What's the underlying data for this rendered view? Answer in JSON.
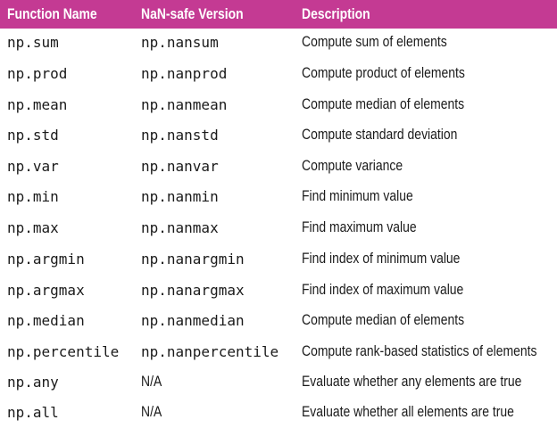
{
  "header": {
    "col1": "Function Name",
    "col2": "NaN-safe Version",
    "col3": "Description"
  },
  "rows": [
    {
      "name": "np.sum",
      "nan": "np.nansum",
      "desc": "Compute sum of elements"
    },
    {
      "name": "np.prod",
      "nan": "np.nanprod",
      "desc": "Compute product of elements"
    },
    {
      "name": "np.mean",
      "nan": "np.nanmean",
      "desc": "Compute median of elements"
    },
    {
      "name": "np.std",
      "nan": "np.nanstd",
      "desc": "Compute standard deviation"
    },
    {
      "name": "np.var",
      "nan": "np.nanvar",
      "desc": "Compute variance"
    },
    {
      "name": "np.min",
      "nan": "np.nanmin",
      "desc": "Find minimum value"
    },
    {
      "name": "np.max",
      "nan": "np.nanmax",
      "desc": "Find maximum value"
    },
    {
      "name": "np.argmin",
      "nan": "np.nanargmin",
      "desc": "Find index of minimum value"
    },
    {
      "name": "np.argmax",
      "nan": "np.nanargmax",
      "desc": "Find index of maximum value"
    },
    {
      "name": "np.median",
      "nan": "np.nanmedian",
      "desc": "Compute median of elements"
    },
    {
      "name": "np.percentile",
      "nan": "np.nanpercentile",
      "desc": "Compute rank-based statistics of elements"
    },
    {
      "name": "np.any",
      "nan": "N/A",
      "desc": "Evaluate whether any elements are true"
    },
    {
      "name": "np.all",
      "nan": "N/A",
      "desc": "Evaluate whether all elements are true"
    }
  ],
  "colors": {
    "header_bg": "#c43a93",
    "header_text": "#ffffff",
    "body_text": "#1a1a1a"
  }
}
